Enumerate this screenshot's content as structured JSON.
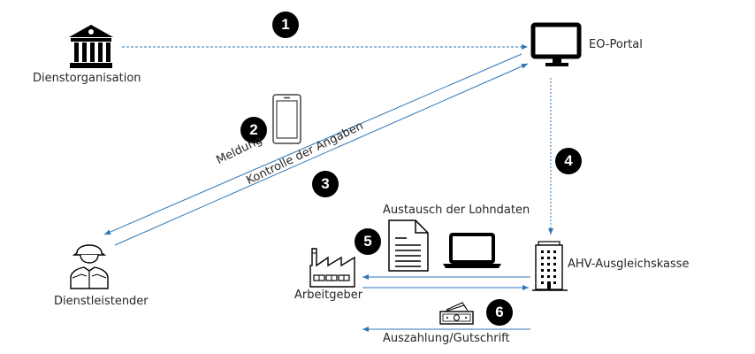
{
  "colors": {
    "arrow": "#2e75b6",
    "badge": "#000000",
    "icon": "#000000",
    "text": "#262626"
  },
  "nodes": {
    "dienstorganisation": {
      "label": "Dienstorganisation",
      "icon": "institution-building-icon"
    },
    "eo_portal": {
      "label": "EO-Portal",
      "icon": "monitor-icon"
    },
    "dienstleistender": {
      "label": "Dienstleistender",
      "icon": "soldier-person-icon"
    },
    "arbeitgeber": {
      "label": "Arbeitgeber",
      "icon": "factory-icon"
    },
    "ahv": {
      "label": "AHV-Ausgleichskasse",
      "icon": "office-building-icon"
    }
  },
  "steps": [
    {
      "number": "1",
      "from": "Dienstorganisation",
      "to": "EO-Portal",
      "style": "dashed"
    },
    {
      "number": "2",
      "label": "Meldung",
      "icon": "smartphone-icon",
      "from": "EO-Portal",
      "to": "Dienstleistender",
      "style": "solid"
    },
    {
      "number": "3",
      "label": "Kontrolle der Angaben",
      "from": "Dienstleistender",
      "to": "EO-Portal",
      "style": "solid"
    },
    {
      "number": "4",
      "from": "EO-Portal",
      "to": "AHV-Ausgleichskasse",
      "style": "dotted"
    },
    {
      "number": "5",
      "label": "Austausch der Lohndaten",
      "icons": [
        "document-icon",
        "laptop-icon"
      ],
      "from": "AHV-Ausgleichskasse",
      "to": "Arbeitgeber",
      "style": "solid",
      "bidirectional": true
    },
    {
      "number": "6",
      "label": "Auszahlung/Gutschrift",
      "icon": "banknotes-icon",
      "from": "AHV-Ausgleichskasse",
      "to": "Arbeitgeber",
      "style": "solid"
    }
  ]
}
